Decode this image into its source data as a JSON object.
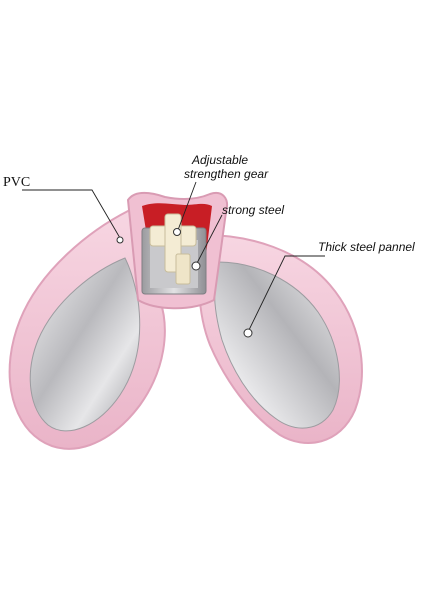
{
  "labels": {
    "pvc": "PVC",
    "gear_line1": "Adjustable",
    "gear_line2": "strengthen gear",
    "steel": "strong steel",
    "panel": "Thick steel pannel"
  },
  "colors": {
    "pvc_pink": "#f2c6d6",
    "pvc_edge": "#e4a9bf",
    "mirror_light": "#e8e8ea",
    "mirror_dark": "#a9a9ad",
    "red_core": "#c81e25",
    "gear_cream": "#f4ecd4",
    "leader_line": "#222222"
  }
}
